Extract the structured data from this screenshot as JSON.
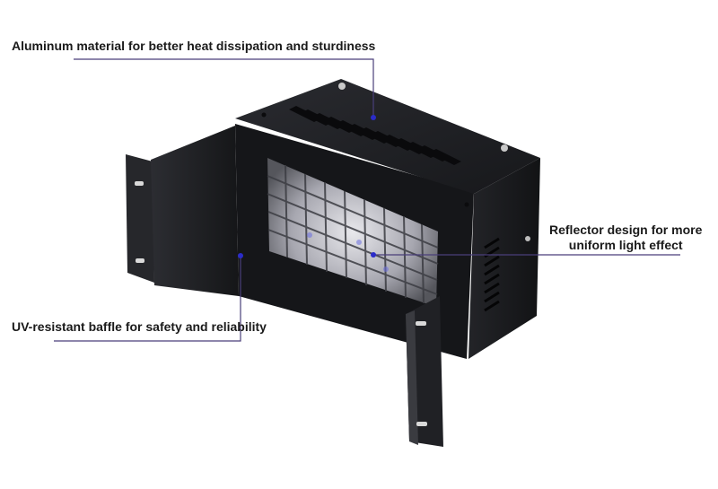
{
  "callouts": {
    "top": "Aluminum material for better heat dissipation and sturdiness",
    "left": "UV-resistant baffle for safety and reliability",
    "right_line1": "Reflector design for more",
    "right_line2": "uniform light effect"
  },
  "colors": {
    "leader_line": "#4a3f7a",
    "leader_dot": "#2b2cc9",
    "housing": "#1c1d21"
  }
}
